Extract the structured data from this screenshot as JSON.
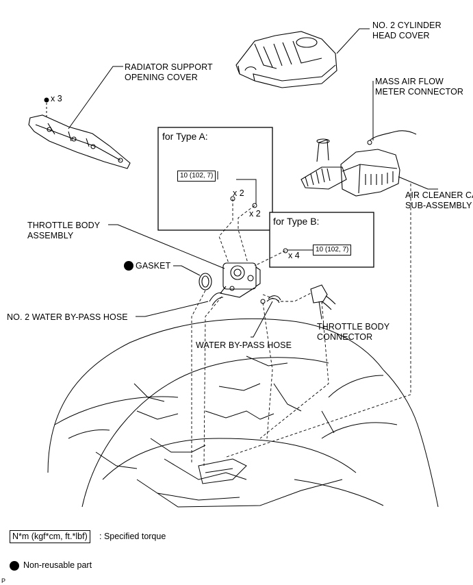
{
  "labels": {
    "cyl_cover": [
      "NO. 2 CYLINDER",
      "HEAD COVER"
    ],
    "rad_cover": [
      "RADIATOR SUPPORT",
      "OPENING COVER"
    ],
    "maf": [
      "MASS AIR FLOW",
      "METER CONNECTOR"
    ],
    "air_cleaner": [
      "AIR CLEANER CAP",
      "SUB-ASSEMBLY"
    ],
    "throttle_body": [
      "THROTTLE BODY",
      "ASSEMBLY"
    ],
    "gasket": "GASKET",
    "water_hose2": "NO. 2 WATER BY-PASS HOSE",
    "water_hose": "WATER BY-PASS HOSE",
    "tb_connector": [
      "THROTTLE BODY",
      "CONNECTOR"
    ]
  },
  "type_a": {
    "title": "for Type A:",
    "torque": "10 (102, 7)",
    "qty_nut": "x 2",
    "qty_bolt": "x 2"
  },
  "type_b": {
    "title": "for Type B:",
    "torque": "10 (102, 7)",
    "qty": "x 4"
  },
  "rad_qty": "x 3",
  "legend": {
    "torque_key": "N*m (kgf*cm, ft.*lbf)",
    "torque_text": ": Specified torque",
    "nonreusable_text": "Non-reusable part"
  },
  "corner_mark": "P",
  "colors": {
    "ink": "#000000",
    "paper": "#ffffff"
  }
}
